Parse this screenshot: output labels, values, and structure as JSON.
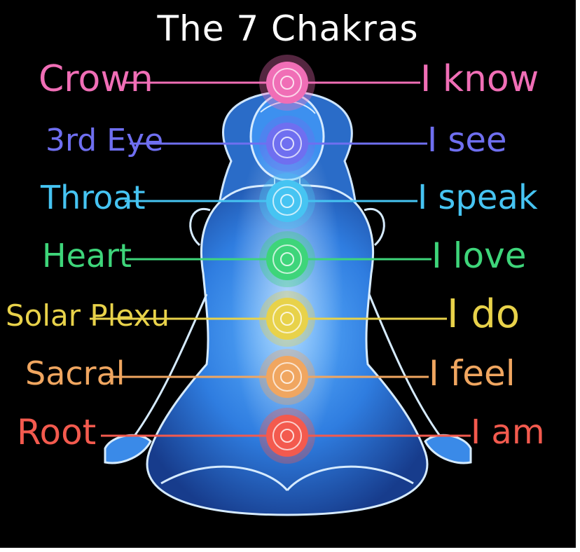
{
  "title": "The 7 Chakras",
  "chakras": [
    {
      "name": "Crown",
      "affirmation": "I know",
      "color": "#f06eb6"
    },
    {
      "name": "3rd Eye",
      "affirmation": "I see",
      "color": "#6f6ff0"
    },
    {
      "name": "Throat",
      "affirmation": "I speak",
      "color": "#46c4f2"
    },
    {
      "name": "Heart",
      "affirmation": "I love",
      "color": "#3ed57a"
    },
    {
      "name": "Solar Plexu",
      "affirmation": "I do",
      "color": "#e8d24a"
    },
    {
      "name": "Sacral",
      "affirmation": "I feel",
      "color": "#f0a660"
    },
    {
      "name": "Root",
      "affirmation": "I am",
      "color": "#f35a4e"
    }
  ]
}
